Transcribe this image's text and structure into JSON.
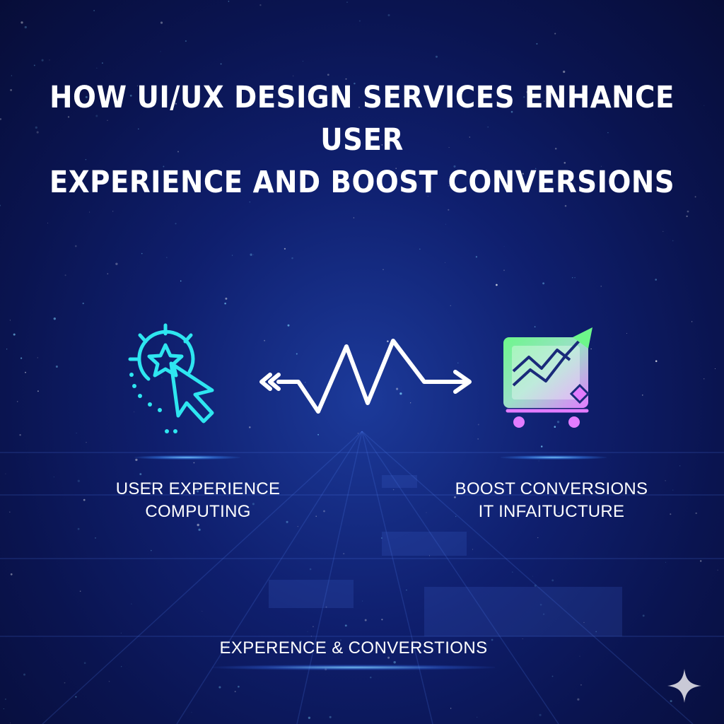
{
  "title": {
    "line1": "HOW UI/UX DESIGN SERVICES ENHANCE USER",
    "line2": "EXPERIENCE AND BOOST CONVERSIONS"
  },
  "left_label": {
    "line1": "USER EXPERIENCE",
    "line2": "COMPUTING"
  },
  "right_label": {
    "line1": "BOOST CONVERSIONS",
    "line2": "IT INFAITUCTURE"
  },
  "footer": "EXPERENCE & CONVERSTIONS",
  "icons": {
    "left": "star-cursor-icon",
    "center": "wave-arrow-icon",
    "right": "chart-cart-icon",
    "corner": "sparkle-icon"
  },
  "colors": {
    "background": "#0a1450",
    "accent_cyan": "#2ee6f0",
    "accent_green": "#6df78a",
    "accent_pink": "#e27cff"
  }
}
